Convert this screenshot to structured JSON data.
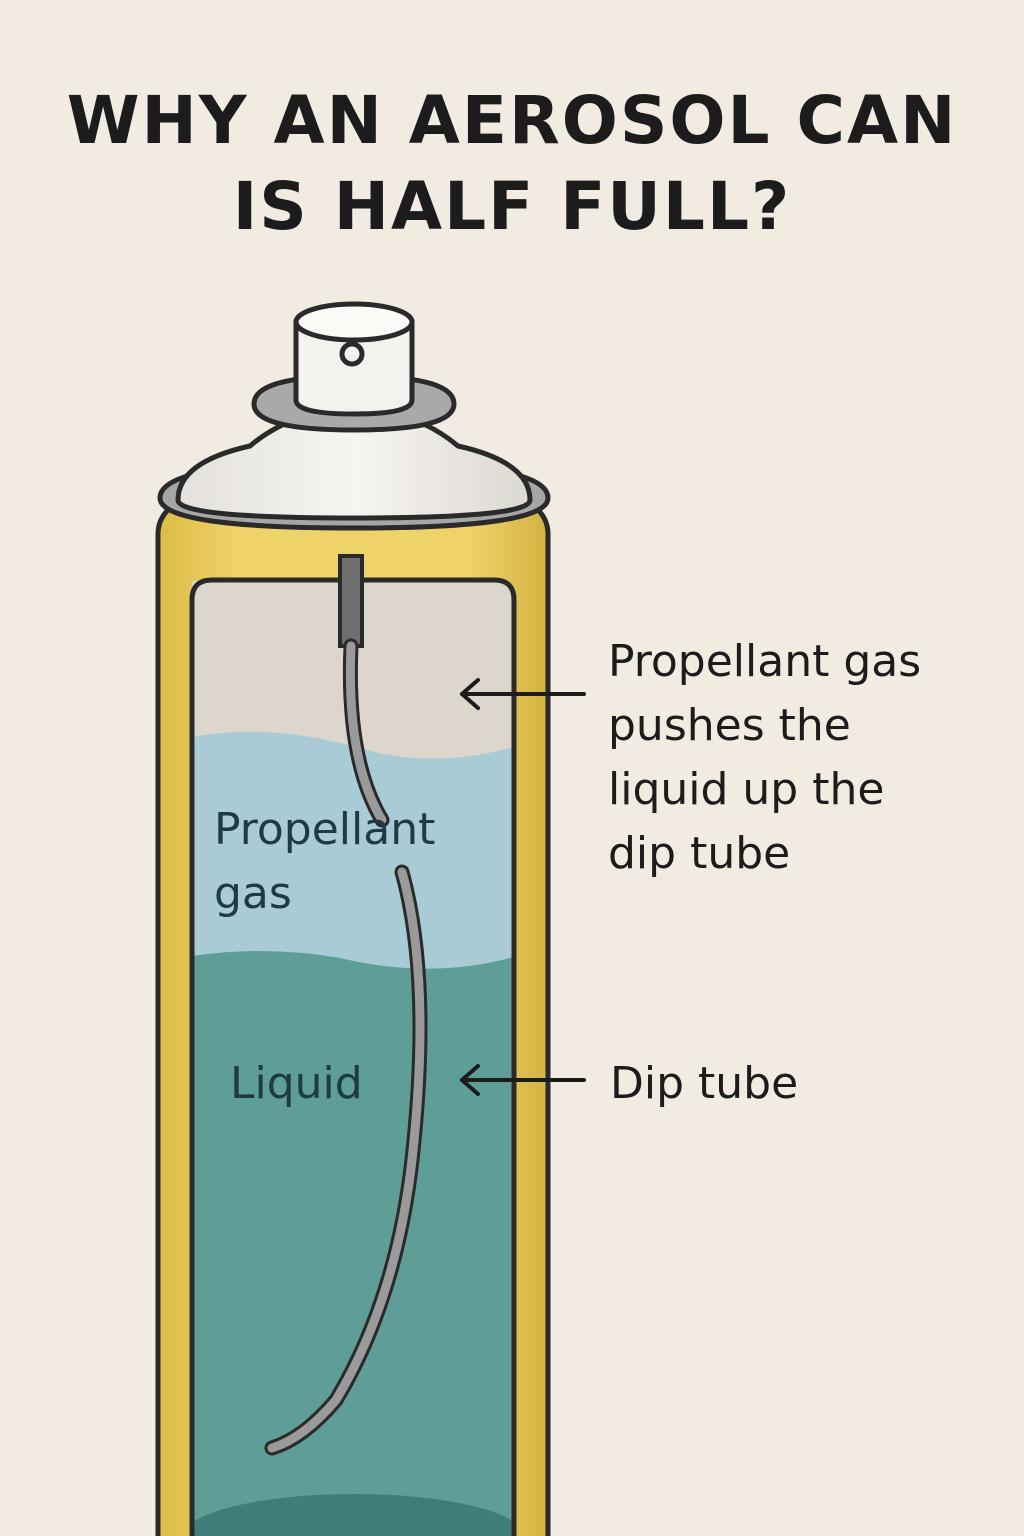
{
  "title": {
    "line1": "WHY AN AEROSOL CAN",
    "line2": "IS HALF FULL?"
  },
  "labels": {
    "gas_inner_line1": "Propellant",
    "gas_inner_line2": "gas",
    "liquid_inner": "Liquid"
  },
  "callouts": {
    "gas_line1": "Propellant gas",
    "gas_line2": "pushes the",
    "gas_line3": "liquid up the",
    "gas_line4": "dip tube",
    "dip_tube": "Dip tube"
  },
  "colors": {
    "background": "#f1ebe2",
    "can_body": "#e8c95a",
    "gas": "#a9cbd6",
    "liquid": "#5e9e96",
    "headspace": "#dcd6cc",
    "metal": "#9a9a9a",
    "outline": "#2a2a2a"
  }
}
